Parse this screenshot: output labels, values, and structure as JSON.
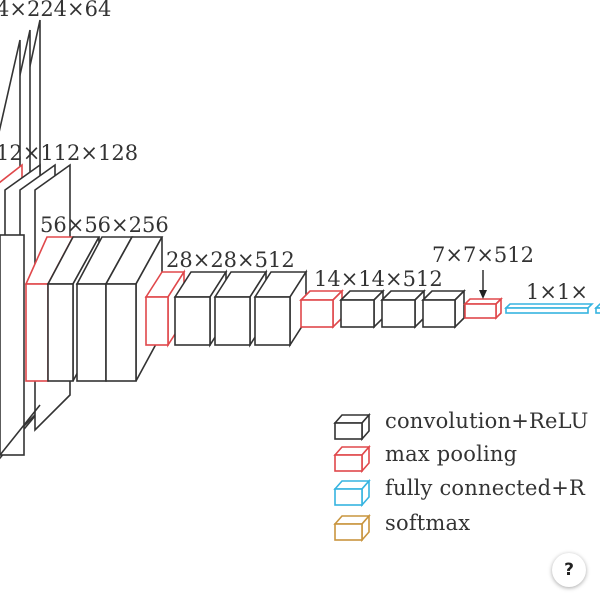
{
  "layer_labels": {
    "l224": "4×224×64",
    "l112": "12×112×128",
    "l56": "56×56×256",
    "l28": "28×28×512",
    "l14": "14×14×512",
    "l7": "7×7×512",
    "l1": "1×1×"
  },
  "legend": {
    "conv": "convolution+ReLU",
    "pool": "max pooling",
    "fc": "fully connected+R",
    "softmax": "softmax"
  },
  "colors": {
    "conv": "#333333",
    "pool": "#e0484b",
    "fc": "#36b4e0",
    "softmax": "#c9953f"
  },
  "help_button": {
    "label": "?"
  }
}
